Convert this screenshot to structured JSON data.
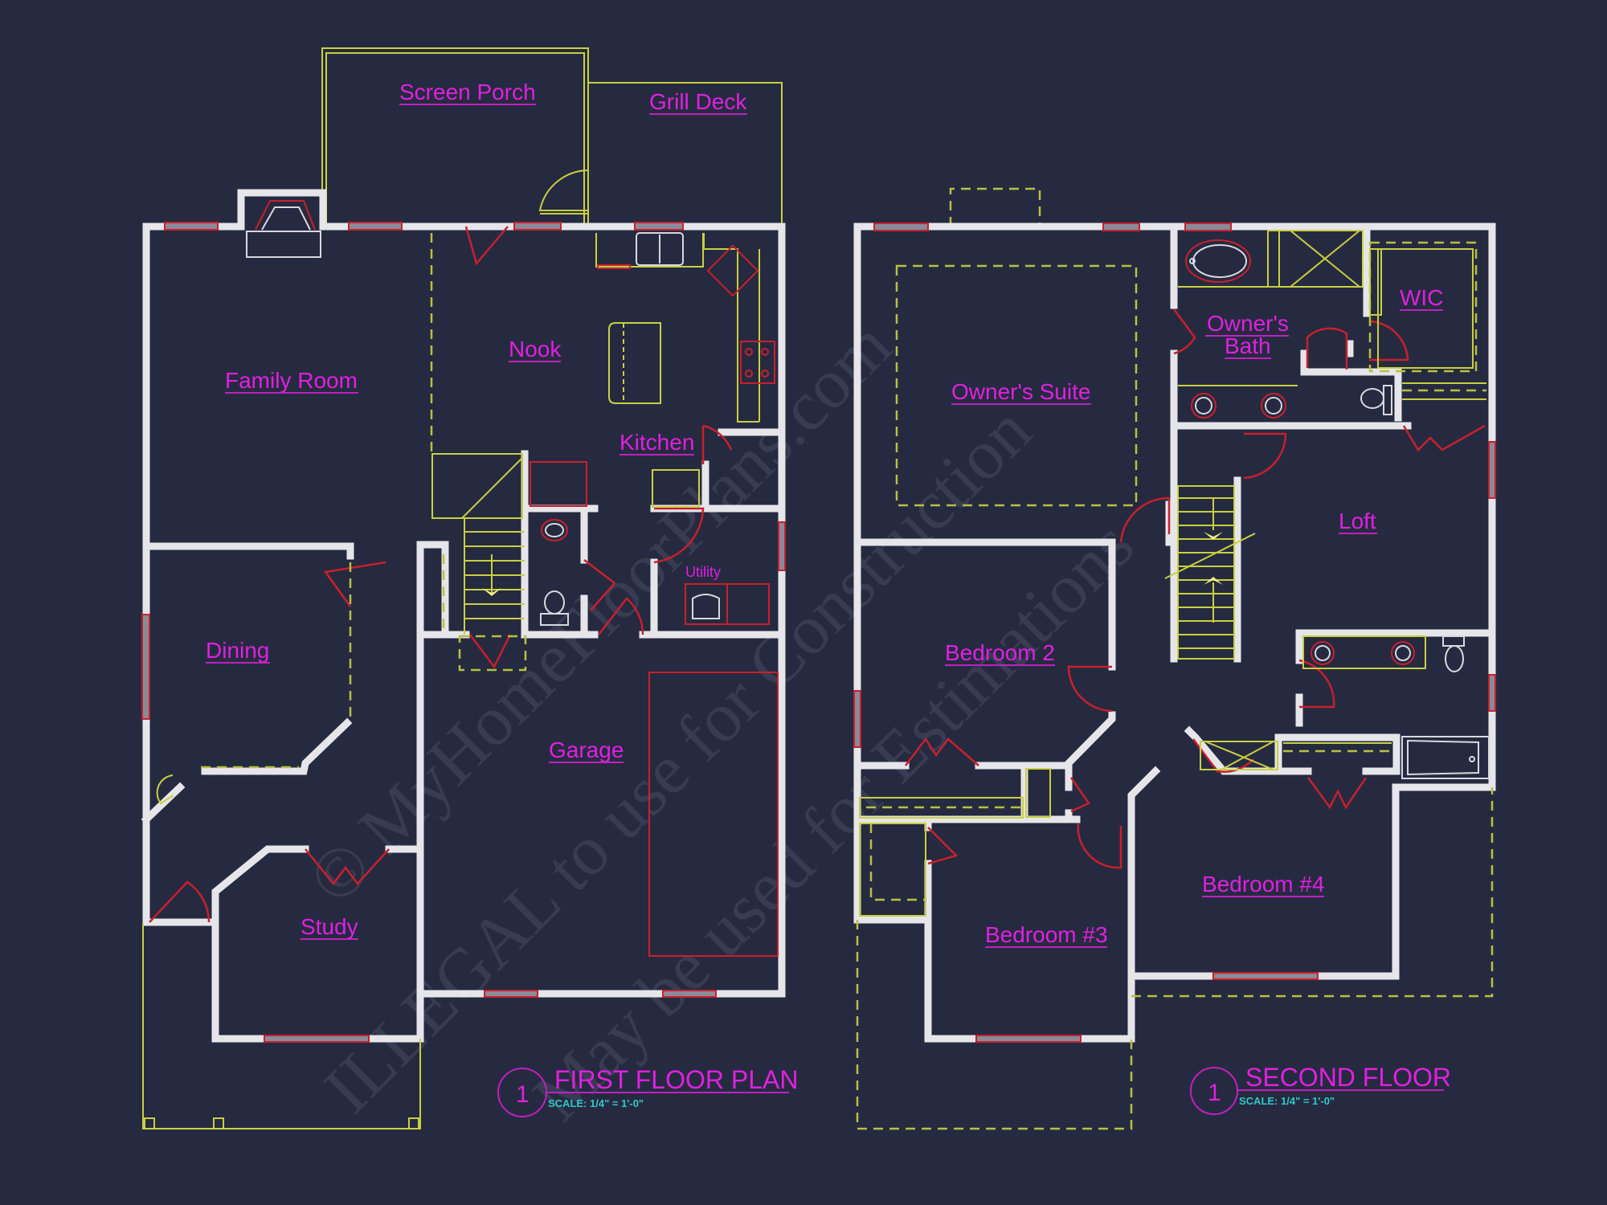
{
  "watermark": {
    "line1": "© MyHomeFloorPlans.com",
    "line2": "ILLEGAL to use for Construction",
    "line3": "May be used for Estimations"
  },
  "first_floor": {
    "title": "FIRST FLOOR PLAN",
    "number": "1",
    "scale": "SCALE:  1/4\"  =  1'-0\"",
    "rooms": {
      "screen_porch": "Screen Porch",
      "grill_deck": "Grill Deck",
      "family_room": "Family Room",
      "nook": "Nook",
      "kitchen": "Kitchen",
      "dining": "Dining",
      "utility": "Utility",
      "garage": "Garage",
      "study": "Study"
    }
  },
  "second_floor": {
    "title": "SECOND FLOOR",
    "number": "1",
    "scale": "SCALE:  1/4\"  =  1'-0\"",
    "rooms": {
      "owners_suite": "Owner's Suite",
      "owners_bath_line1": "Owner's",
      "owners_bath_line2": "Bath",
      "wic": "WIC",
      "loft": "Loft",
      "bedroom_2": "Bedroom 2",
      "bedroom_3": "Bedroom #3",
      "bedroom_4": "Bedroom #4"
    }
  },
  "colors": {
    "background": "#262a40",
    "walls": "#e6e6ea",
    "windows_doors": "#c8202c",
    "labels": "#e020e0",
    "hidden_lines": "#c8d040",
    "scale_text": "#30c8c8"
  }
}
